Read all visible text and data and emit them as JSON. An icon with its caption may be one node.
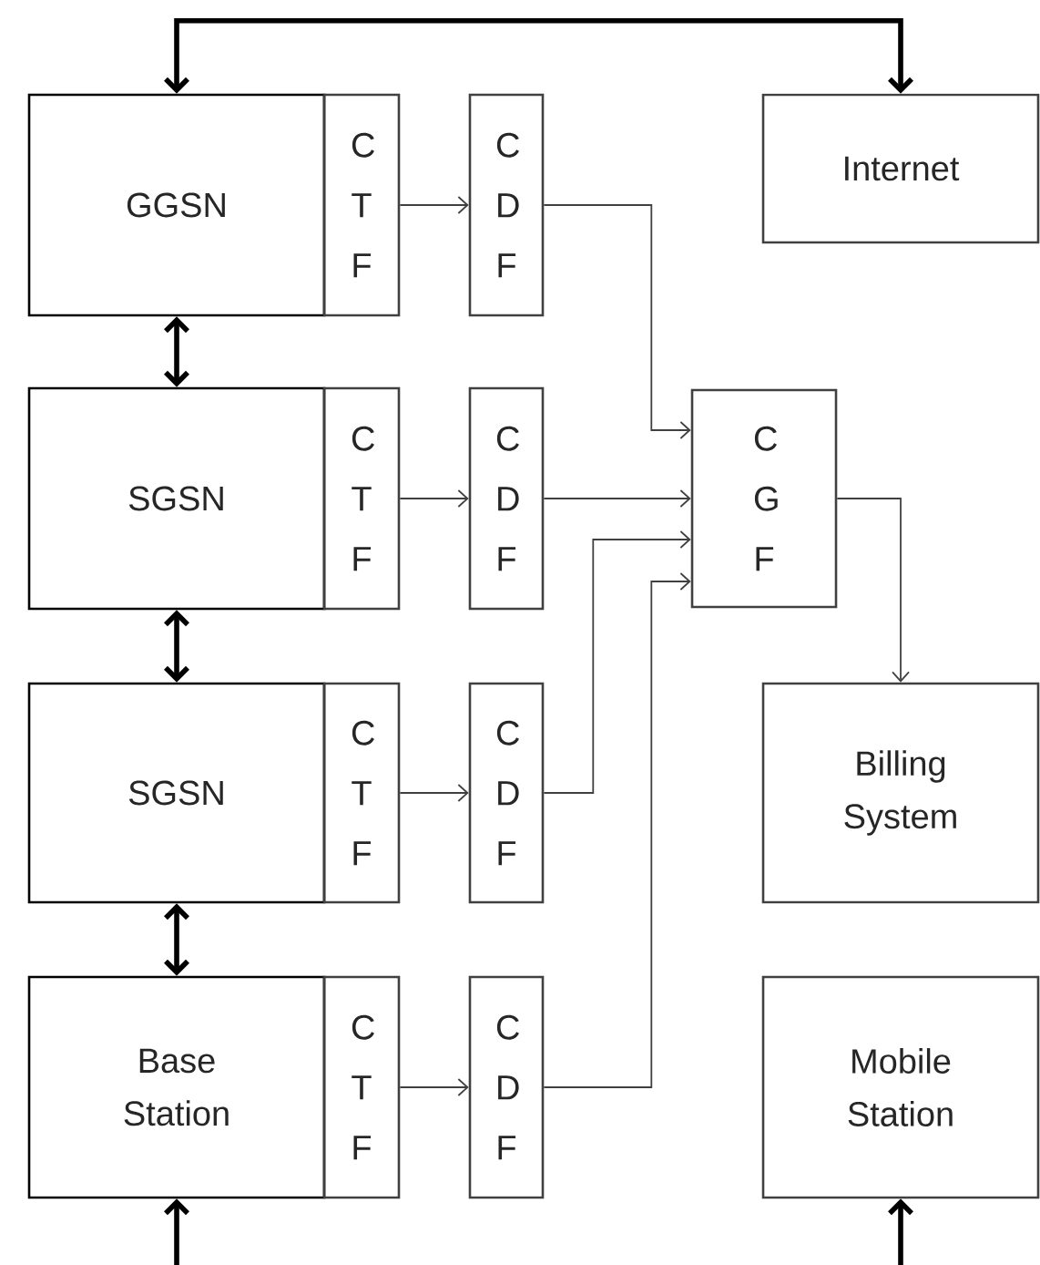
{
  "diagram": {
    "nodes": [
      {
        "text": [
          "GGSN"
        ]
      },
      {
        "text": [
          "C T F"
        ]
      },
      {
        "text": [
          "C D F"
        ]
      },
      {
        "text": [
          "Internet"
        ]
      },
      {
        "text": [
          "SGSN"
        ]
      },
      {
        "text": [
          "C T F"
        ]
      },
      {
        "text": [
          "C D F"
        ]
      },
      {
        "text": [
          "C G F"
        ]
      },
      {
        "text": [
          "SGSN"
        ]
      },
      {
        "text": [
          "C T F"
        ]
      },
      {
        "text": [
          "C D F"
        ]
      },
      {
        "text": [
          "Billing System"
        ]
      },
      {
        "text": [
          "Base Station"
        ]
      },
      {
        "text": [
          "C T F"
        ]
      },
      {
        "text": [
          "C D F"
        ]
      },
      {
        "text": [
          "Mobile Station"
        ]
      }
    ],
    "edges": [
      {
        "from": 0,
        "to": 3,
        "arrow": "both",
        "style": "thick"
      },
      {
        "from": 0,
        "to": 4,
        "arrow": "both",
        "style": "thick"
      },
      {
        "from": 4,
        "to": 8,
        "arrow": "both",
        "style": "thick"
      },
      {
        "from": 8,
        "to": 12,
        "arrow": "both",
        "style": "thick"
      },
      {
        "from": 1,
        "to": 2,
        "arrow": "to"
      },
      {
        "from": 5,
        "to": 6,
        "arrow": "to"
      },
      {
        "from": 9,
        "to": 10,
        "arrow": "to"
      },
      {
        "from": 13,
        "to": 14,
        "arrow": "to"
      },
      {
        "from": 2,
        "to": 7,
        "arrow": "to"
      },
      {
        "from": 6,
        "to": 7,
        "arrow": "to"
      },
      {
        "from": 10,
        "to": 7,
        "arrow": "to"
      },
      {
        "from": 14,
        "to": 7,
        "arrow": "to"
      },
      {
        "from": 7,
        "to": 11,
        "arrow": "to"
      },
      {
        "from": null,
        "to": 12,
        "arrow": "to",
        "style": "thick"
      },
      {
        "from": null,
        "to": 15,
        "arrow": "to",
        "style": "thick"
      }
    ]
  }
}
